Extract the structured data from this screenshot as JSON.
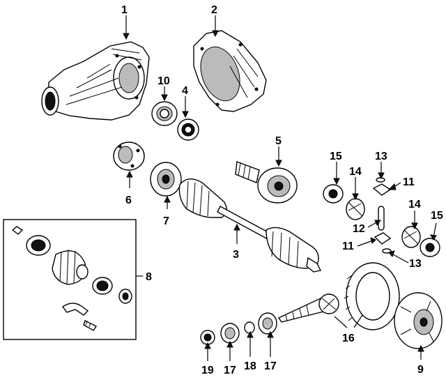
{
  "diagram": {
    "callouts": [
      {
        "id": "c1",
        "label": "1"
      },
      {
        "id": "c2",
        "label": "2"
      },
      {
        "id": "c10",
        "label": "10"
      },
      {
        "id": "c4",
        "label": "4"
      },
      {
        "id": "c5",
        "label": "5"
      },
      {
        "id": "c6",
        "label": "6"
      },
      {
        "id": "c7",
        "label": "7"
      },
      {
        "id": "c3",
        "label": "3"
      },
      {
        "id": "c8",
        "label": "8"
      },
      {
        "id": "c15a",
        "label": "15"
      },
      {
        "id": "c14a",
        "label": "14"
      },
      {
        "id": "c13a",
        "label": "13"
      },
      {
        "id": "c11a",
        "label": "11"
      },
      {
        "id": "c12",
        "label": "12"
      },
      {
        "id": "c11b",
        "label": "11"
      },
      {
        "id": "c14b",
        "label": "14"
      },
      {
        "id": "c15b",
        "label": "15"
      },
      {
        "id": "c13b",
        "label": "13"
      },
      {
        "id": "c16",
        "label": "16"
      },
      {
        "id": "c9",
        "label": "9"
      },
      {
        "id": "c19",
        "label": "19"
      },
      {
        "id": "c17a",
        "label": "17"
      },
      {
        "id": "c18",
        "label": "18"
      },
      {
        "id": "c17b",
        "label": "17"
      }
    ]
  }
}
